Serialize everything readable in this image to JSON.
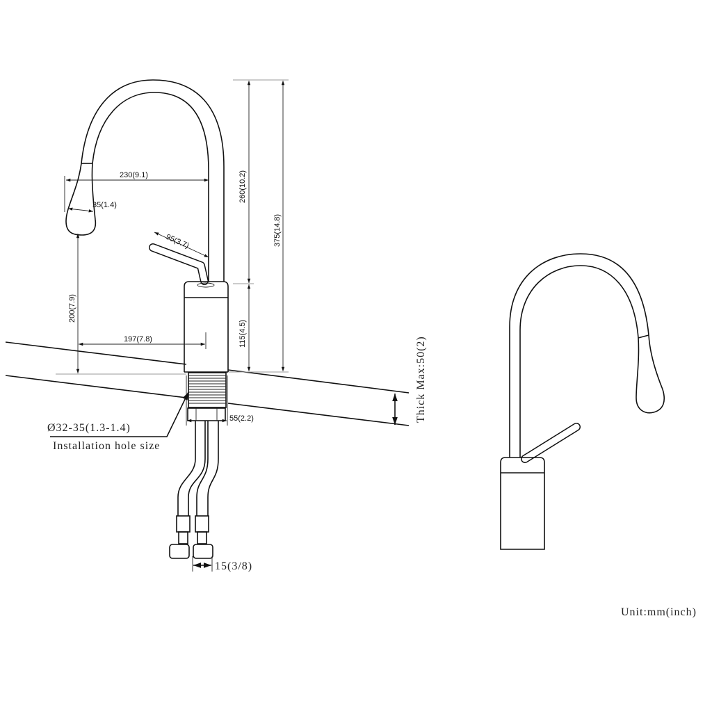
{
  "drawing": {
    "dimensions": {
      "spout_reach": "230(9.1)",
      "head_width": "35(1.4)",
      "handle_length": "95(3.7)",
      "spout_height": "260(10.2)",
      "total_height": "375(14.8)",
      "body_height": "115(4.5)",
      "outlet_height": "200(7.9)",
      "outlet_reach": "197(7.8)",
      "base_diameter": "55(2.2)",
      "hose_connector": "15(3/8)"
    },
    "hole_size_value": "Ø32-35(1.3-1.4)",
    "hole_size_label": "Installation hole size",
    "thickness_label": "Thick Max:50(2)",
    "unit_label": "Unit:mm(inch)"
  }
}
